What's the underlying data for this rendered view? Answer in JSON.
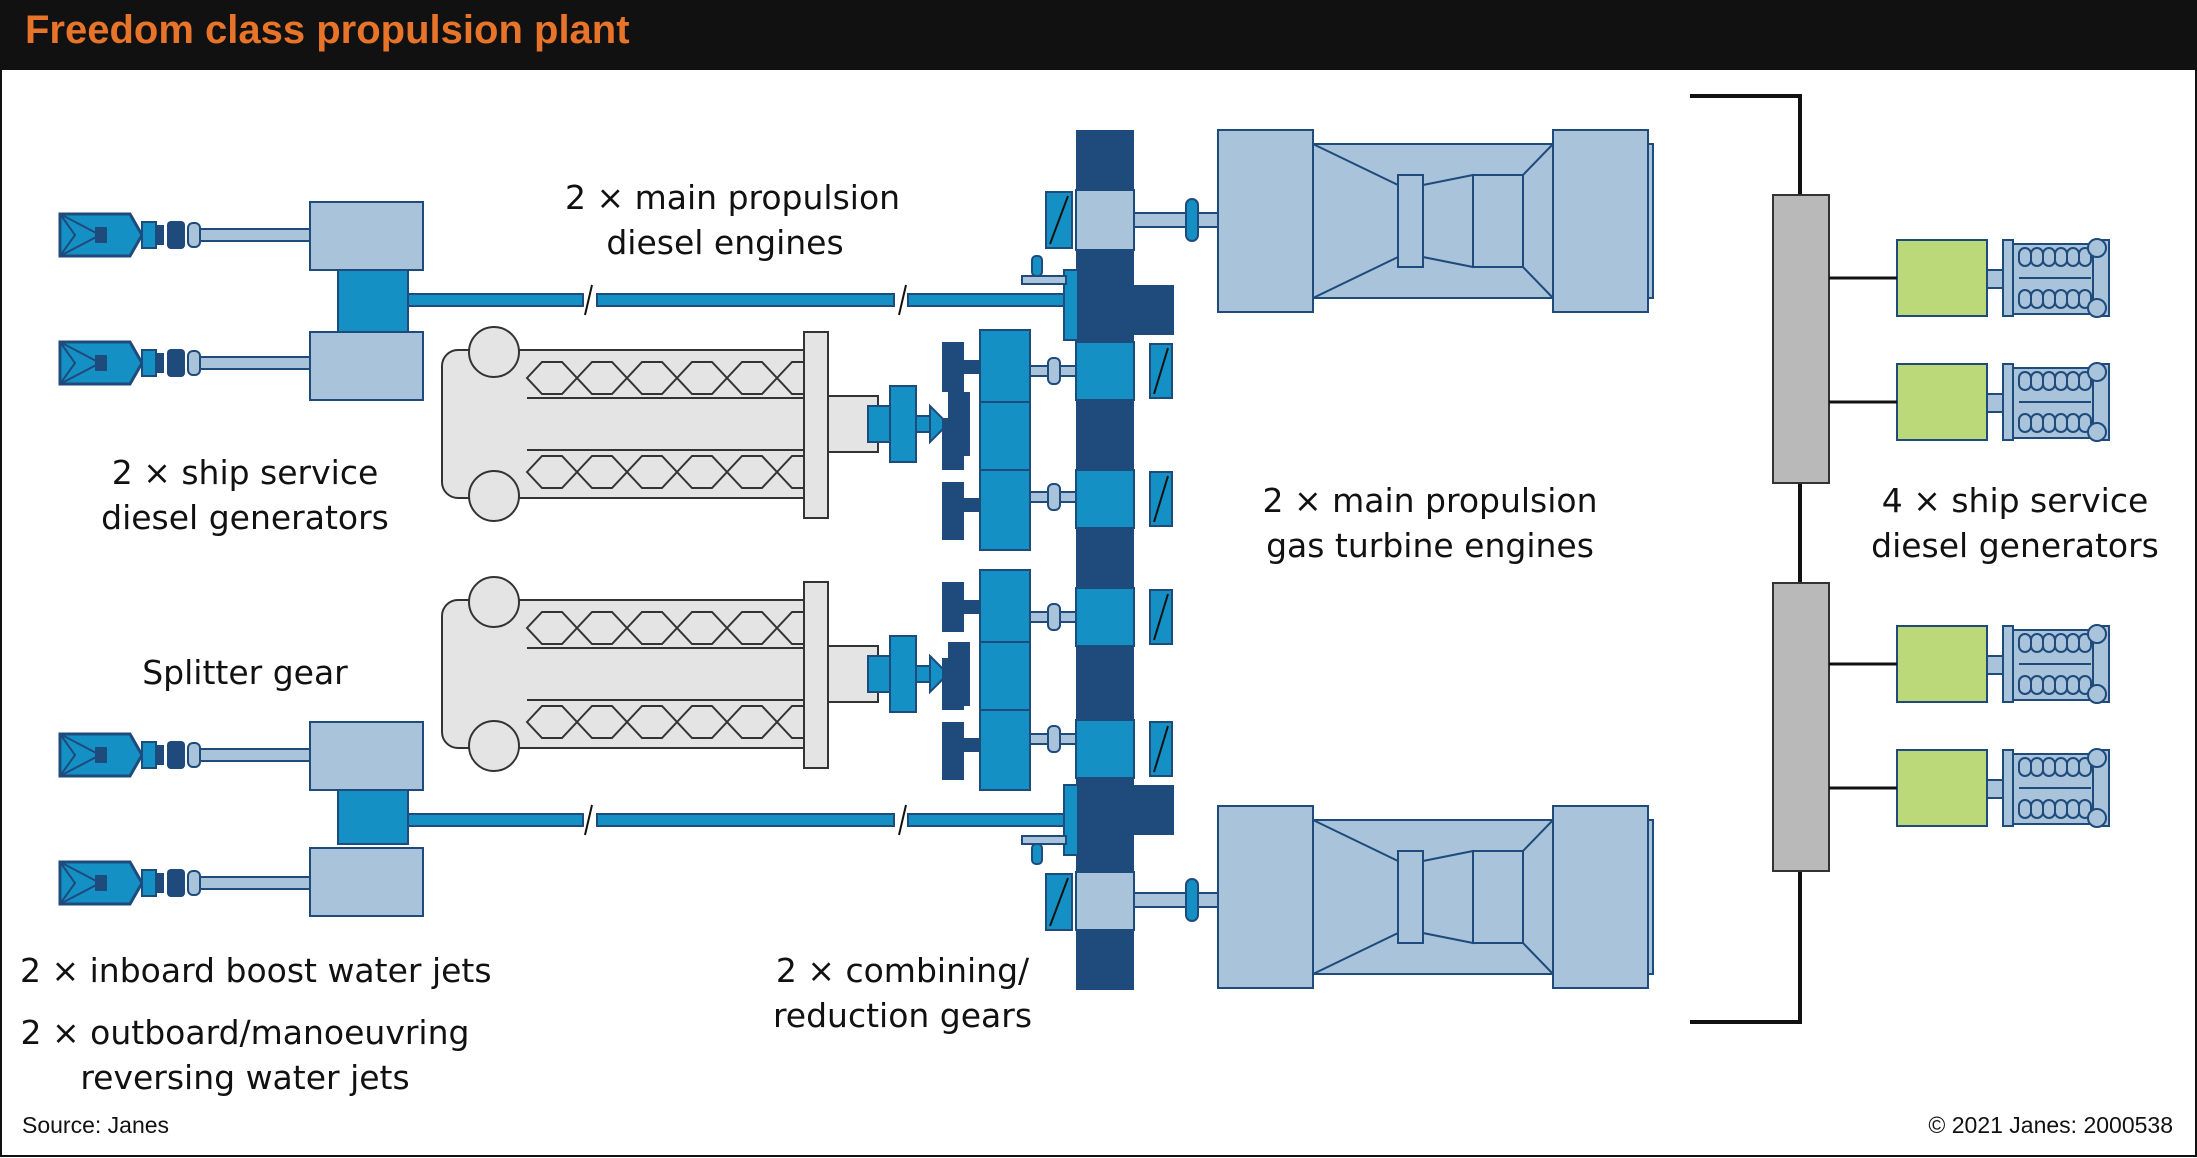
{
  "title": "Freedom class propulsion plant",
  "labels": {
    "main_diesel": [
      "2 × main propulsion",
      "diesel engines"
    ],
    "ssdg_left": [
      "2 × ship service",
      "diesel generators"
    ],
    "splitter": "Splitter gear",
    "gas_turbine": [
      "2 × main propulsion",
      "gas turbine engines"
    ],
    "ssdg_right": [
      "4 × ship service",
      "diesel generators"
    ],
    "inboard_jets": "2 × inboard boost water jets",
    "outboard_jets": [
      "2 × outboard/manoeuvring",
      "reversing water jets"
    ],
    "gears": [
      "2 × combining/",
      "reduction gears"
    ]
  },
  "footer": {
    "source": "Source: Janes",
    "copyright": "© 2021 Janes: 2000538"
  },
  "colors": {
    "title_bg": "#111111",
    "title_text": "#e8742a",
    "light_blue": "#a8c3da",
    "mid_blue": "#1590c4",
    "dark_blue": "#1e4a7c",
    "engine_grey": "#e4e4e4",
    "bus_grey": "#b9b9b9",
    "generator_green": "#bcd97a"
  }
}
